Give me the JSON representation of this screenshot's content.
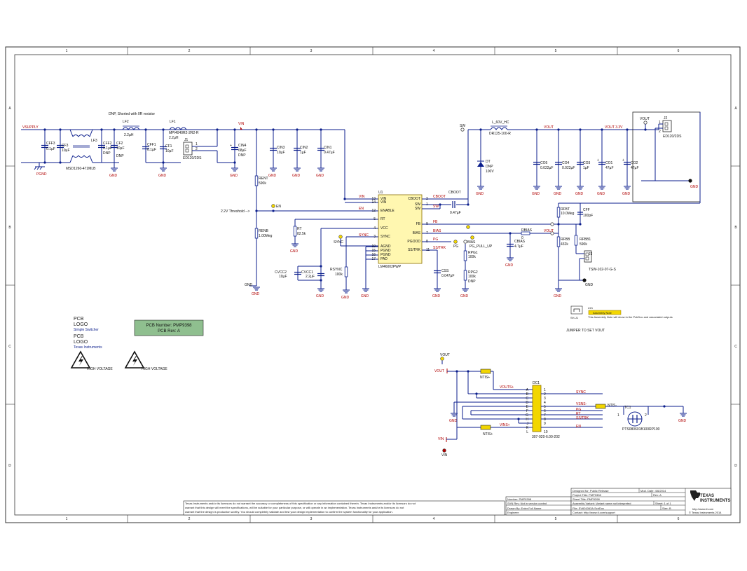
{
  "frame": {
    "col_labels": [
      "1",
      "2",
      "3",
      "4",
      "5",
      "6"
    ],
    "row_labels": [
      "A",
      "B",
      "C",
      "D"
    ]
  },
  "nets": {
    "vsupply": "VSUPPLY",
    "vin": "VIN",
    "sw": "SW",
    "vout": "VOUT",
    "vout33": "VOUT 3.3V",
    "gnd": "GND",
    "pgnd": "PGND",
    "en": "EN",
    "sync": "SYNC",
    "bias": "BIAS",
    "pg": "PG",
    "pg_pull_up": "PG_PULL_UP",
    "ssitrk": "SS/TRK",
    "fb": "FB",
    "cboot": "CBOOT",
    "threshold": "2.2V Threshold -->",
    "vouts_plus": "VOUTS+",
    "vins_plus": "VINS+",
    "vsns": "VSNS-",
    "pg_t": "PG",
    "rt_t": "RT",
    "ssitrk_t": "SS/TRK",
    "en_t": "EN",
    "sync_t": "SYNC",
    "jumper_note": "JUMPER TO SET VOUT"
  },
  "components": {
    "dnp_note": "DNP, Shorted with 0R resistor",
    "cff3": "CFF3",
    "cff3_v": "0.1µF",
    "cf3": "CF3",
    "cf3_v": "10µF",
    "lf3": "LF3",
    "lf3_part": "MSD1260-472MLB",
    "cff2": "CFF2",
    "cff2_v": "0.1µF",
    "cff2_d": "DNP",
    "cf2": "CF2",
    "cf2_v": "10µF",
    "cf2_d": "DNP",
    "lf2": "LF2",
    "lf2_v": "2.2µH",
    "cff1": "CFF1",
    "cff1_v": "0.1µF",
    "cf1": "CF1",
    "cf1_v": "10µF",
    "lf1": "LF1",
    "lf1_part": "MPI4040R2-2R2-R",
    "lf1_v": "2.2µH",
    "j1": "J1",
    "j1_part": "ED120/2DS",
    "cin4": "CIN4",
    "cin4_v": "68µF",
    "cin4_d": "DNP",
    "cin3": "CIN3",
    "cin3_v": "10µF",
    "cin2": "CIN2",
    "cin2_v": "1µF",
    "cin1": "CIN1",
    "cin1_v": "0.47µF",
    "rent": "RENT",
    "rent_v": "590k",
    "renb": "RENB",
    "renb_v": "1.00Meg",
    "rt": "RT",
    "rt_v": "82.5k",
    "cvcc2": "CVCC2",
    "cvcc2_v": "10µF",
    "cvcc1": "CVCC1",
    "cvcc1_v": "2.2µF",
    "rsync": "RSYNC",
    "rsync_v": "100k",
    "u1": "U1",
    "u1_part": "LM46002PWP",
    "cboot_c": "CBOOT",
    "cboot_v": "0.47µF",
    "css": "CSS",
    "css_v": "0.047µF",
    "rpg1": "RPG1",
    "rpg1_v": "100k",
    "rpg2": "RPG2",
    "rpg2_v": "100k",
    "rpg2_d": "DNP",
    "cbias": "CBIAS",
    "cbias_v": "4.7µF",
    "rbias": "RBIAS",
    "rbias_v": "0",
    "lo": "L_60V_HC",
    "lo_part": "DR125-100-R",
    "dt": "DT",
    "dt_d": "DNP",
    "dt_v": "100V",
    "co5": "CO5",
    "co5_v": "0.022µF",
    "co4": "CO4",
    "co4_v": "0.022µF",
    "co3": "CO3",
    "co3_v": "1µF",
    "co1": "CO1",
    "co1_v": "47µF",
    "co2": "CO2",
    "co2_v": "47µF",
    "j2": "J2",
    "j2_part": "ED120/2DS",
    "rfbt": "RFBT",
    "rfbt_v": "10.0Meg",
    "cff": "CFF",
    "cff_v": "100pF",
    "rfbb": "RFBB",
    "rfbb_v": "432k",
    "rfbb1": "RFBB1",
    "rfbb1_v": "590k",
    "j3": "J3",
    "j3_part": "TSW-102-07-G-S",
    "sh_j1": "SH-J1",
    "zz1": "ZZ1",
    "zz1_label": "Assembly Note",
    "zz1_text": "This Assembly Note will show in the PcbDoc and associated outputs",
    "dc1": "DC1",
    "dc1_part": "307-020-6.00-202",
    "ntis_plus_top": "NTIS+",
    "ntis_plus_bot": "NTIS+",
    "ntis_minus": "NTIS-",
    "tc1": "TC1",
    "tc1_part": "PTS080601B100RP100"
  },
  "u1_pins_left": [
    {
      "num": "13",
      "name": "VIN"
    },
    {
      "num": "14",
      "name": "VIN"
    },
    {
      "num": "12",
      "name": "ENABLE"
    },
    {
      "num": "5",
      "name": "RT"
    },
    {
      "num": "4",
      "name": "VCC"
    },
    {
      "num": "3",
      "name": "SYNC"
    },
    {
      "num": "10",
      "name": "AGND"
    },
    {
      "num": "15",
      "name": "PGND"
    },
    {
      "num": "16",
      "name": "PGND"
    },
    {
      "num": "17",
      "name": "PAD"
    }
  ],
  "u1_pins_right": [
    {
      "num": "2",
      "name": "CBOOT"
    },
    {
      "num": "1",
      "name": "SW"
    },
    {
      "num": "",
      "name": "SW"
    },
    {
      "num": "9",
      "name": "FB"
    },
    {
      "num": "7",
      "name": "BIAS"
    },
    {
      "num": "8",
      "name": "PGOOD"
    },
    {
      "num": "11",
      "name": "SS/TRK"
    }
  ],
  "dc1_pins": [
    {
      "l": "A",
      "n": "1"
    },
    {
      "l": "B",
      "n": "2"
    },
    {
      "l": "C",
      "n": "3"
    },
    {
      "l": "D",
      "n": "4"
    },
    {
      "l": "E",
      "n": "5"
    },
    {
      "l": "F",
      "n": "6"
    },
    {
      "l": "G",
      "n": "7"
    },
    {
      "l": "H",
      "n": "8"
    },
    {
      "l": "J",
      "n": "9"
    },
    {
      "l": "K",
      "n": ""
    },
    {
      "l": "L",
      "n": "10"
    }
  ],
  "logos": {
    "pcb_logo_1a": "PCB",
    "pcb_logo_1b": "LOGO",
    "pcb_logo_1c": "Simple Switcher",
    "pcb_logo_2a": "PCB",
    "pcb_logo_2b": "LOGO",
    "pcb_logo_2c": "Texas Instruments",
    "pcb_number": "PCB Number: PMP9398",
    "pcb_rev": "PCB Rev: A",
    "hv1": "HIGH VOLTAGE",
    "hv2": "HIGH VOLTAGE"
  },
  "title_block": {
    "designed_for": "Designed for: Public Release",
    "mod_date": "Mod. Date: 4/6/2014",
    "project_title": "Project Title: PMP9398",
    "rev": "Rev: A",
    "sheet_title": "Sheet Title: PMP9398",
    "assembly_variant": "Assembly Variant: Variant name not interpreted",
    "sheet": "Sheet: 1 of 1",
    "file": "File: SV601063A.SchDoc",
    "size": "Size: B",
    "contact": "Contact: http://www.ti.com/support",
    "website": "http://www.ti.com",
    "copyright": "© Texas Instruments 2014",
    "number": "Number: PMP9398",
    "svn_rev": "SVN Rev: Not in version control",
    "drawn_by": "Drawn By: Enter Full Name",
    "engineer": "Engineer:",
    "disclaimer_1": "Texas Instruments and/or its licensors do not warrant the accuracy or completeness of this specification or any information contained therein. Texas Instruments and/or its licensors do not",
    "disclaimer_2": "warrant that this design will meet the specifications, will be suitable for your particular purpose, or will operate in an implementation. Texas Instruments and/or its licensors do not",
    "disclaimer_3": "warrant that the design is production worthy. You should completely validate and test your design implementation to confirm the system functionality for your application.",
    "ti_logo_1": "TEXAS",
    "ti_logo_2": "INSTRUMENTS"
  }
}
